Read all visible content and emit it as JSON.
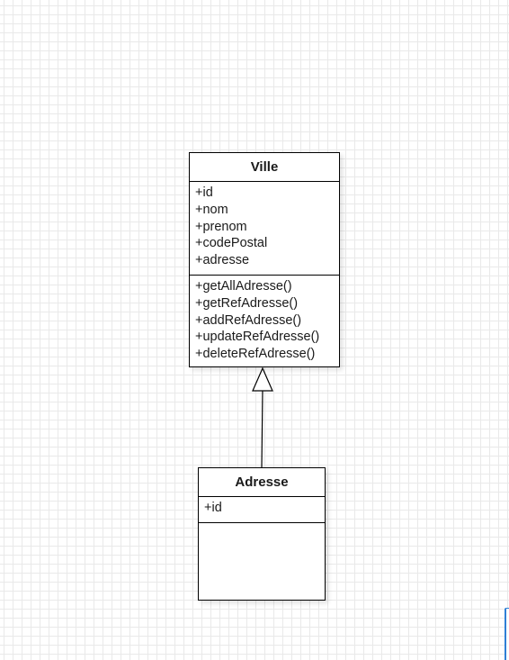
{
  "classes": {
    "ville": {
      "name": "Ville",
      "attributes": [
        "+id",
        "+nom",
        "+prenom",
        "+codePostal",
        "+adresse"
      ],
      "methods": [
        "+getAllAdresse()",
        "+getRefAdresse()",
        "+addRefAdresse()",
        "+updateRefAdresse()",
        "+deleteRefAdresse()"
      ]
    },
    "adresse": {
      "name": "Adresse",
      "attributes": [
        "+id"
      ],
      "methods": []
    }
  },
  "relation": {
    "type": "generalization",
    "from": "adresse",
    "to": "ville"
  },
  "colors": {
    "grid": "#e9e9e9",
    "line": "#000000",
    "selection": "#2f7fd6"
  }
}
